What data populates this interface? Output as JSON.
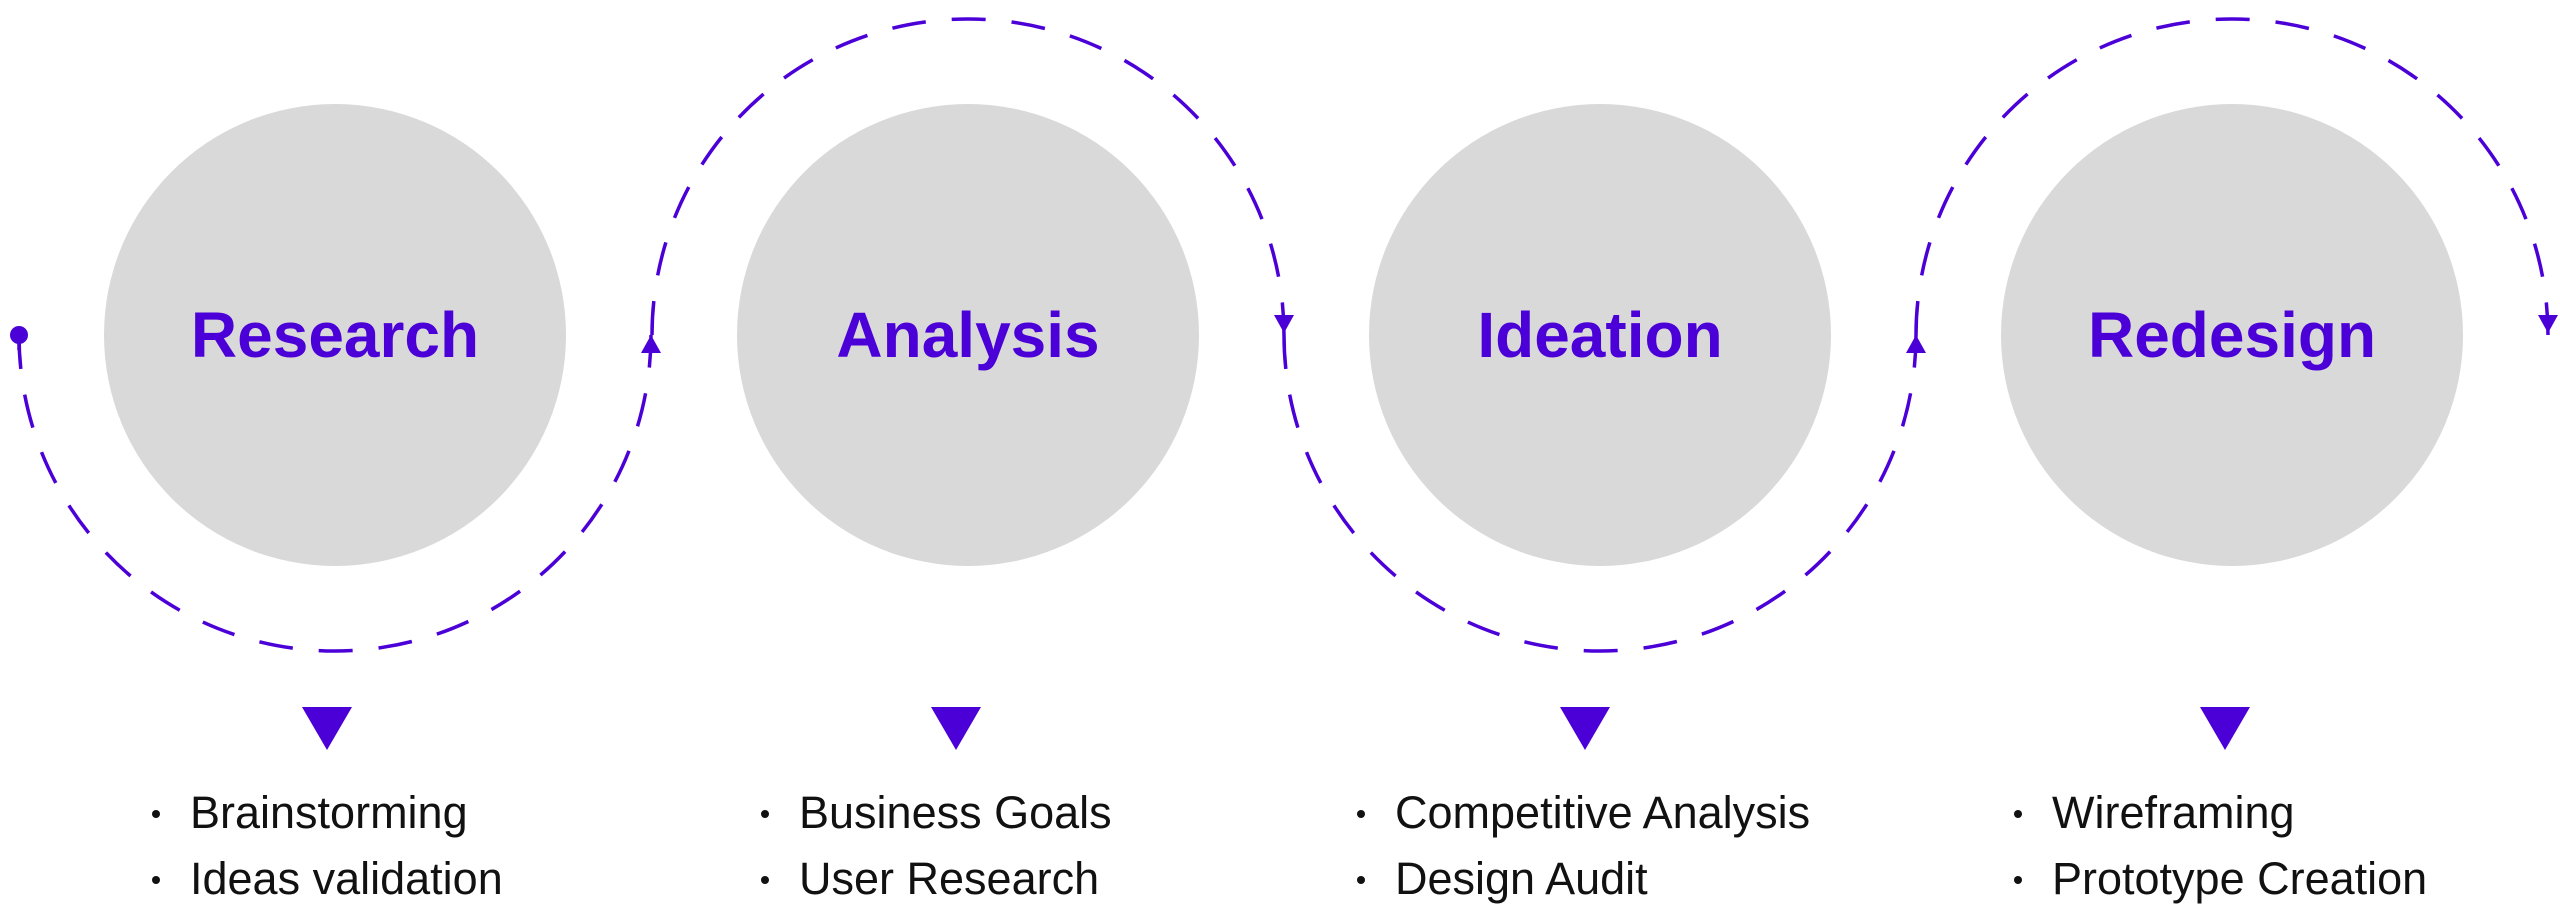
{
  "colors": {
    "accent": "#4b00d8",
    "circle_fill": "#d9d9d9",
    "text": "#111111",
    "background": "#ffffff"
  },
  "stages": [
    {
      "title": "Research",
      "items": [
        "Brainstorming",
        "Ideas validation"
      ]
    },
    {
      "title": "Analysis",
      "items": [
        "Business Goals",
        "User Research"
      ]
    },
    {
      "title": "Ideation",
      "items": [
        "Competitive Analysis",
        "Design Audit"
      ]
    },
    {
      "title": "Redesign",
      "items": [
        "Wireframing",
        "Prototype Creation"
      ]
    }
  ],
  "connector": {
    "style": "dashed",
    "start_marker": "dot",
    "arrow_markers": [
      "up",
      "down",
      "up",
      "down"
    ],
    "arc_sides": [
      "bottom",
      "top",
      "bottom",
      "top"
    ]
  }
}
